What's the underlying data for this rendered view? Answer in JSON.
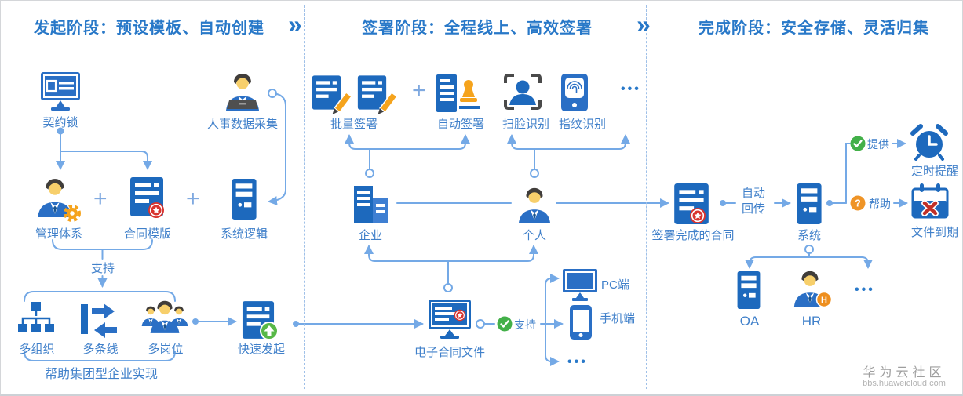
{
  "diagram": {
    "separator_glyph": "»",
    "ellipsis_glyph": "•••",
    "plus_glyph": "+",
    "question_glyph": "?",
    "h_badge_glyph": "H",
    "colors": {
      "primary_blue": "#1d69bd",
      "medium_blue": "#2a6fc5",
      "arrow_blue": "#74a9e6",
      "label_blue": "#4080ca",
      "title_blue": "#2878c8",
      "orange": "#f5a31c",
      "green": "#43b049",
      "seal_red": "#d8332e",
      "dark_gray": "#4a4a4a"
    },
    "watermark": {
      "line1": "华为云社区",
      "line2": "bbs.huaweicloud.com"
    }
  },
  "sections": [
    {
      "title": "发起阶段：预设模板、自动创建",
      "nodes": {
        "qiyuesuo": "契约锁",
        "hr_data": "人事数据采集",
        "mgmt": "管理体系",
        "template": "合同模版",
        "logic": "系统逻辑",
        "support_label": "支持",
        "multi_org": "多组织",
        "multi_line": "多条线",
        "multi_post": "多岗位",
        "quick_start": "快速发起",
        "group_note": "帮助集团型企业实现"
      }
    },
    {
      "title": "签署阶段：全程线上、高效签署",
      "nodes": {
        "batch_sign": "批量签署",
        "auto_sign": "自动签署",
        "face_id": "扫脸识别",
        "finger_id": "指纹识别",
        "company": "企业",
        "personal": "个人",
        "e_contract": "电子合同文件",
        "support_label": "支持",
        "pc": "PC端",
        "mobile": "手机端"
      }
    },
    {
      "title": "完成阶段：安全存储、灵活归集",
      "nodes": {
        "signed_contract": "签署完成的合同",
        "auto_return_line1": "自动",
        "auto_return_line2": "回传",
        "system": "系统",
        "provide_label": "提供",
        "timed_reminder": "定时提醒",
        "help_label": "帮助",
        "file_expire": "文件到期",
        "oa": "OA",
        "hr": "HR"
      }
    }
  ]
}
